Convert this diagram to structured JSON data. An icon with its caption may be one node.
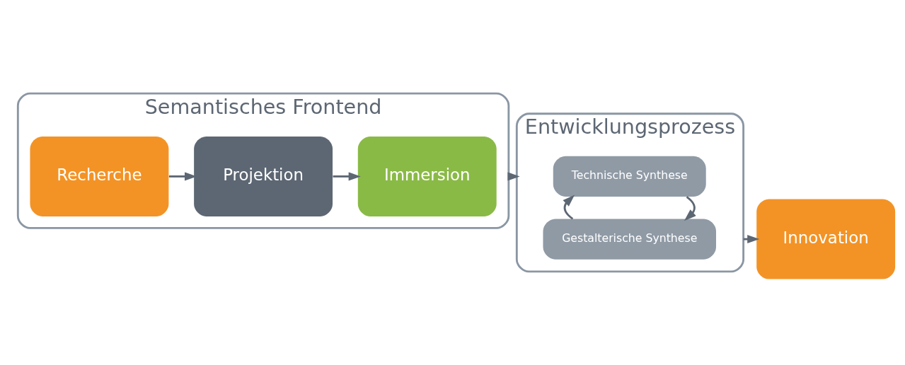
{
  "diagram": {
    "nodes": [
      {
        "text": [
          "Semantisches Frontend"
        ]
      },
      {
        "text": [
          "Recherche"
        ],
        "in": 0
      },
      {
        "text": [
          "Projektion"
        ],
        "in": 0
      },
      {
        "text": [
          "Immersion"
        ],
        "in": 0
      },
      {
        "text": [
          "Entwicklungsprozess"
        ]
      },
      {
        "text": [
          "Technische Synthese"
        ],
        "in": 4
      },
      {
        "text": [
          "Gestalterische Synthese"
        ],
        "in": 4
      },
      {
        "text": [
          "Innovation"
        ]
      }
    ],
    "edges": [
      {
        "from": 1,
        "to": 2,
        "arrow": "to"
      },
      {
        "from": 2,
        "to": 3,
        "arrow": "to"
      },
      {
        "from": 0,
        "to": 4,
        "arrow": "to"
      },
      {
        "from": 5,
        "to": 6,
        "arrow": "to"
      },
      {
        "from": 6,
        "to": 5,
        "arrow": "to"
      },
      {
        "from": 4,
        "to": 7,
        "arrow": "to"
      }
    ]
  }
}
